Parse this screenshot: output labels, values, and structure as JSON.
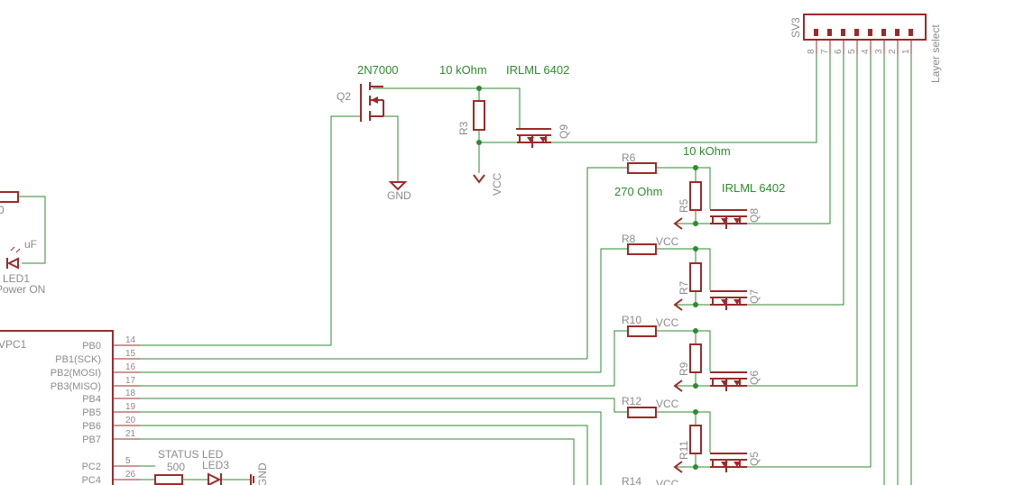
{
  "labels": {
    "q2_name": "Q2",
    "q2_value": "2N7000",
    "r3_name": "R3",
    "r3_value": "10 kOhm",
    "q9_name": "Q9",
    "q9_value": "IRLML 6402",
    "gnd": "GND",
    "vcc": "VCC",
    "r6_name": "R6",
    "r6_value": "270 Ohm",
    "r5_name": "R5",
    "r5_value": "10 kOhm",
    "q8_name": "Q8",
    "q8_value": "IRLML 6402",
    "r8_name": "R8",
    "r7_name": "R7",
    "q7_name": "Q7",
    "r10_name": "R10",
    "r9_name": "R9",
    "q6_name": "Q6",
    "r12_name": "R12",
    "r11_name": "R11",
    "q5_name": "Q5",
    "r14_name": "R14",
    "vcc_r8": "VCC",
    "vcc_r10": "VCC",
    "vcc_r12": "VCC",
    "vcc_r14": "VCC",
    "sv3_name": "SV3",
    "sv3_value": "Layer select",
    "led1_name": "LED1",
    "led1_value": "Power ON",
    "led1_fragment": "uF",
    "left_res_fragment": "0",
    "led3_name": "LED3",
    "status_led": "STATUS LED",
    "status_res": "500",
    "gnd_small": "GND",
    "mcu_name": "VPC1"
  },
  "sv3_pins": [
    "8",
    "7",
    "6",
    "5",
    "4",
    "3",
    "2",
    "1"
  ],
  "mcu_pins": [
    {
      "num": "14",
      "name": "PB0"
    },
    {
      "num": "15",
      "name": "PB1(SCK)"
    },
    {
      "num": "16",
      "name": "PB2(MOSI)"
    },
    {
      "num": "17",
      "name": "PB3(MISO)"
    },
    {
      "num": "18",
      "name": "PB4"
    },
    {
      "num": "19",
      "name": "PB5"
    },
    {
      "num": "20",
      "name": "PB6"
    },
    {
      "num": "21",
      "name": "PB7"
    },
    {
      "num": "5",
      "name": "PC2"
    },
    {
      "num": "26",
      "name": "PC4"
    }
  ]
}
